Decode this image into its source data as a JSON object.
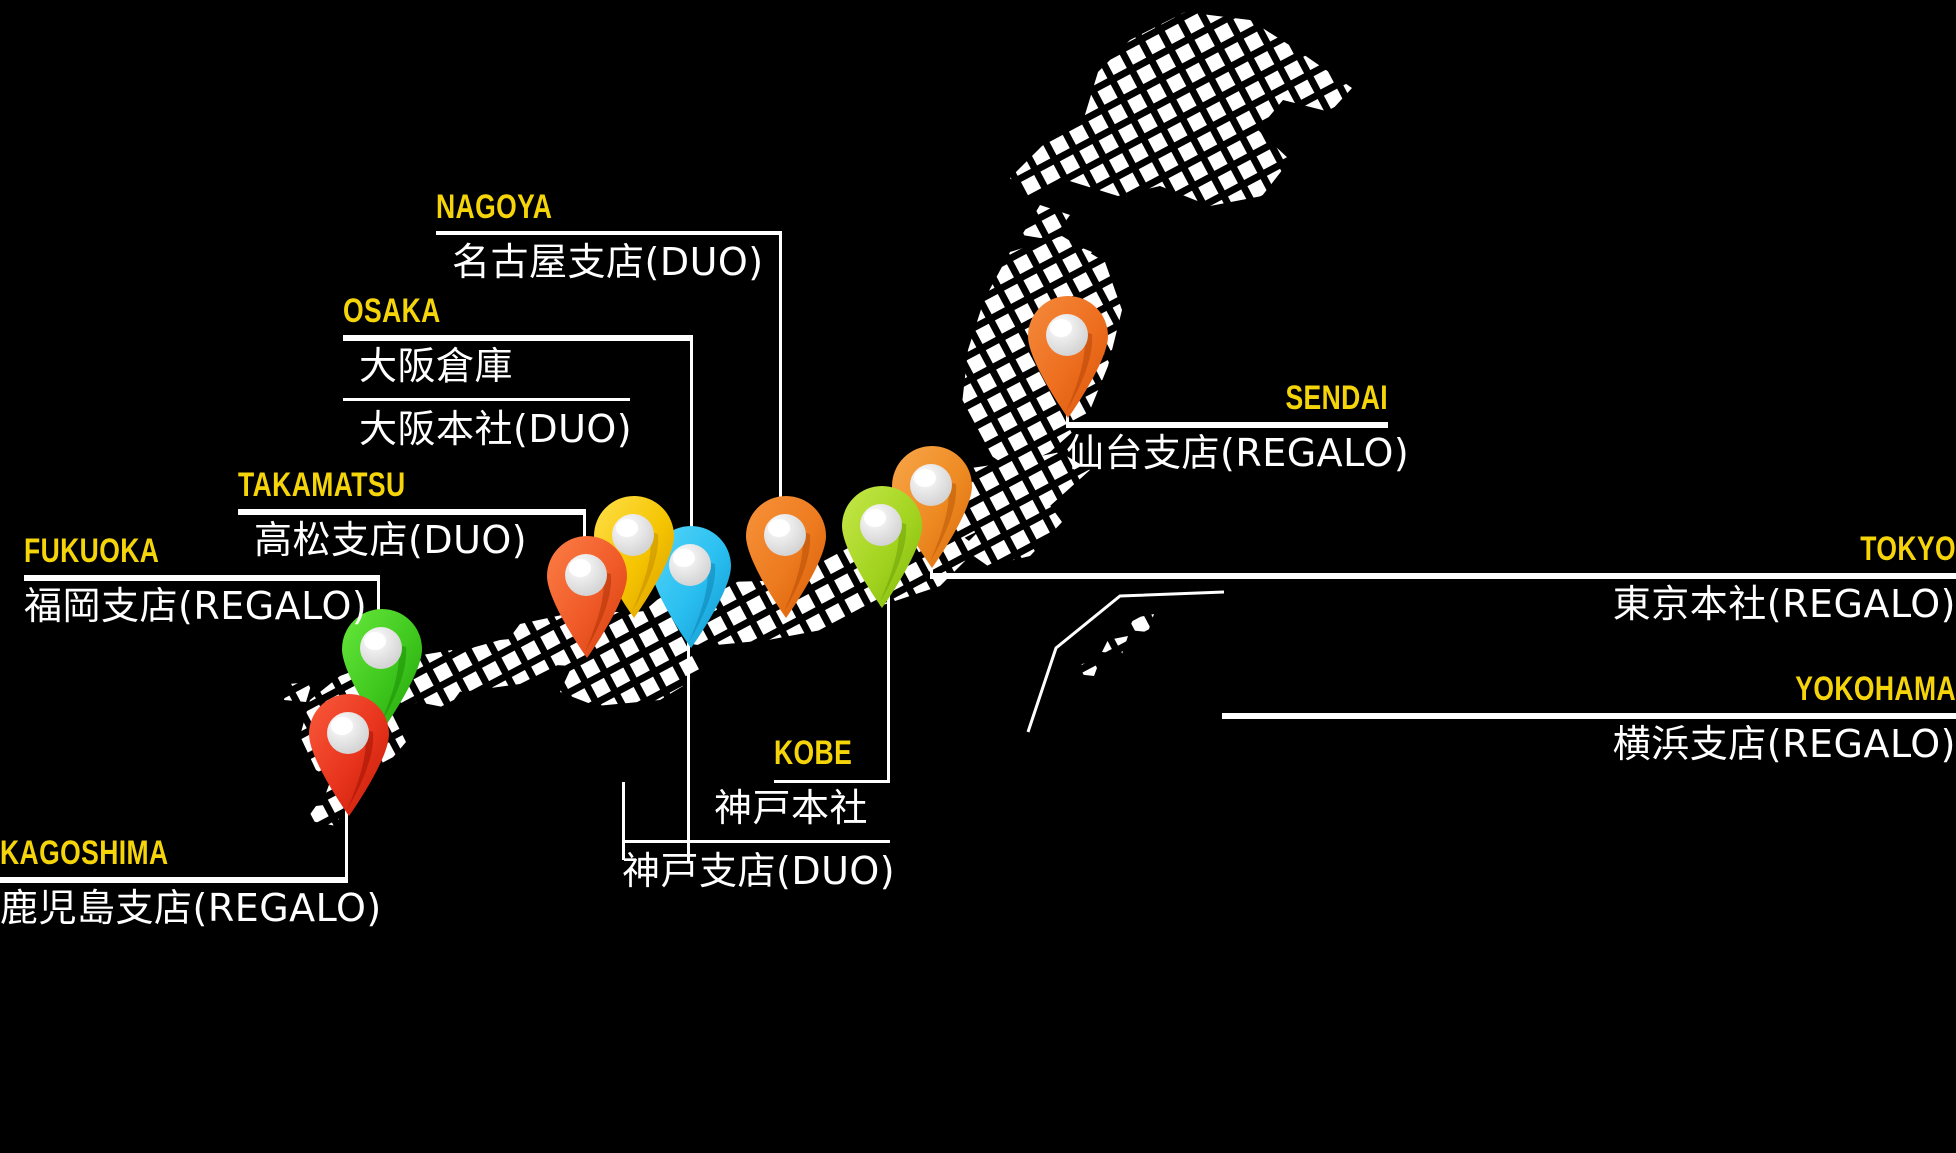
{
  "page": {
    "title": "Japan office locations map",
    "background_color": "#000000",
    "map_color": "#ffffff",
    "accent_color": "#F5D50A",
    "text_color": "#ffffff"
  },
  "locations": [
    {
      "id": "nagoya",
      "city_en": "NAGOYA",
      "lines": [
        "名古屋支店(DUO)"
      ],
      "pin_color_name": "orange",
      "pin_color": "#ED6E1E"
    },
    {
      "id": "osaka",
      "city_en": "OSAKA",
      "lines": [
        "大阪倉庫",
        "大阪本社(DUO)"
      ],
      "pin_color_name": "yellow",
      "pin_color": "#F5C400"
    },
    {
      "id": "takamatsu",
      "city_en": "TAKAMATSU",
      "lines": [
        "高松支店(DUO)"
      ],
      "pin_color_name": "orange-red",
      "pin_color": "#F05A28"
    },
    {
      "id": "fukuoka",
      "city_en": "FUKUOKA",
      "lines": [
        "福岡支店(REGALO)"
      ],
      "pin_color_name": "green",
      "pin_color": "#3FC81E"
    },
    {
      "id": "kagoshima",
      "city_en": "KAGOSHIMA",
      "lines": [
        "鹿児島支店(REGALO)"
      ],
      "pin_color_name": "red",
      "pin_color": "#E8341C"
    },
    {
      "id": "kobe",
      "city_en": "KOBE",
      "lines": [
        "神戸本社",
        "神戸支店(DUO)"
      ],
      "pin_color_name": "cyan",
      "pin_color": "#29BEF0"
    },
    {
      "id": "sendai",
      "city_en": "SENDAI",
      "lines": [
        "仙台支店(REGALO)"
      ],
      "pin_color_name": "orange",
      "pin_color": "#ED6E1E"
    },
    {
      "id": "tokyo",
      "city_en": "TOKYO",
      "lines": [
        "東京本社(REGALO)"
      ],
      "pin_color_name": "orange",
      "pin_color": "#EE8A22"
    },
    {
      "id": "yokohama",
      "city_en": "YOKOHAMA",
      "lines": [
        "横浜支店(REGALO)"
      ],
      "pin_color_name": "green-yellow",
      "pin_color": "#A3D420"
    }
  ]
}
